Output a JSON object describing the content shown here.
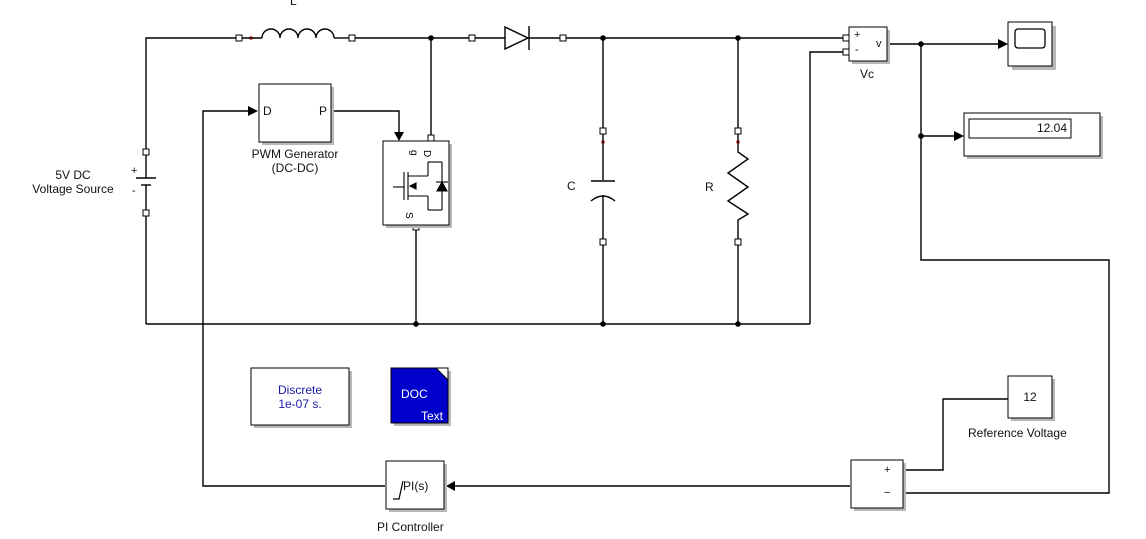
{
  "blocks": {
    "inductor": {
      "label": "L"
    },
    "voltage_source": {
      "label_line1": "5V DC",
      "label_line2": "Voltage Source",
      "plus": "+",
      "minus": "-"
    },
    "pwm": {
      "port_in": "D",
      "port_out": "P",
      "label_line1": "PWM Generator",
      "label_line2": "(DC-DC)"
    },
    "mosfet": {
      "gate": "g",
      "drain": "D",
      "source": "S"
    },
    "capacitor": {
      "label": "C"
    },
    "resistor": {
      "label": "R"
    },
    "voltage_sensor": {
      "label": "Vc",
      "port_plus": "+",
      "port_minus": "-",
      "port_v": "v"
    },
    "display": {
      "value": "12.04"
    },
    "powergui": {
      "line1": "Discrete",
      "line2": "1e-07 s."
    },
    "doc": {
      "line1": "DOC",
      "line2": "Text"
    },
    "reference": {
      "value": "12",
      "label": "Reference Voltage"
    },
    "sum": {
      "plus": "+",
      "minus": "−"
    },
    "pi": {
      "text": "PI(s)",
      "label": "PI Controller"
    }
  },
  "colors": {
    "wire": "#000000",
    "port_marker": "#e02020",
    "doc_fill": "#0000cc",
    "powergui_text": "#1a1aaa",
    "shadow": "#b8b8b8"
  }
}
